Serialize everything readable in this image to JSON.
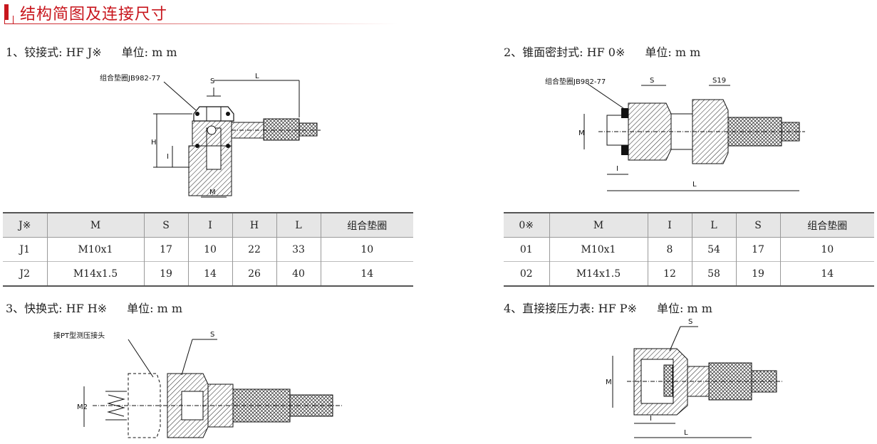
{
  "header": {
    "title": "结构简图及连接尺寸"
  },
  "sections": {
    "s1": {
      "label": "1、铰接式: HF J※",
      "unit": "单位: m m"
    },
    "s2": {
      "label": "2、锥面密封式: HF 0※",
      "unit": "单位: m m"
    },
    "s3": {
      "label": "3、快换式: HF H※",
      "unit": "单位: m m"
    },
    "s4": {
      "label": "4、直接接压力表: HF P※",
      "unit": "单位: m m"
    }
  },
  "drawing1": {
    "gasket": "组合垫圈JB982-77",
    "s": "S",
    "l": "L",
    "h": "H",
    "i": "I",
    "m": "M"
  },
  "drawing2": {
    "gasket": "组合垫圈JB982-77",
    "s": "S",
    "s19": "S19",
    "m": "M",
    "i": "I",
    "l": "L"
  },
  "drawing3": {
    "pt": "接PT型测压接头",
    "s": "S",
    "m2": "M2"
  },
  "drawing4": {
    "s": "S",
    "m": "M",
    "i": "I",
    "l": "L"
  },
  "table1": {
    "headers": [
      "J※",
      "M",
      "S",
      "I",
      "H",
      "L",
      "组合垫圈"
    ],
    "rows": [
      [
        "J1",
        "M10x1",
        "17",
        "10",
        "22",
        "33",
        "10"
      ],
      [
        "J2",
        "M14x1.5",
        "19",
        "14",
        "26",
        "40",
        "14"
      ]
    ]
  },
  "table2": {
    "headers": [
      "0※",
      "M",
      "I",
      "L",
      "S",
      "组合垫圈"
    ],
    "rows": [
      [
        "01",
        "M10x1",
        "8",
        "54",
        "17",
        "10"
      ],
      [
        "02",
        "M14x1.5",
        "12",
        "58",
        "19",
        "14"
      ]
    ]
  }
}
